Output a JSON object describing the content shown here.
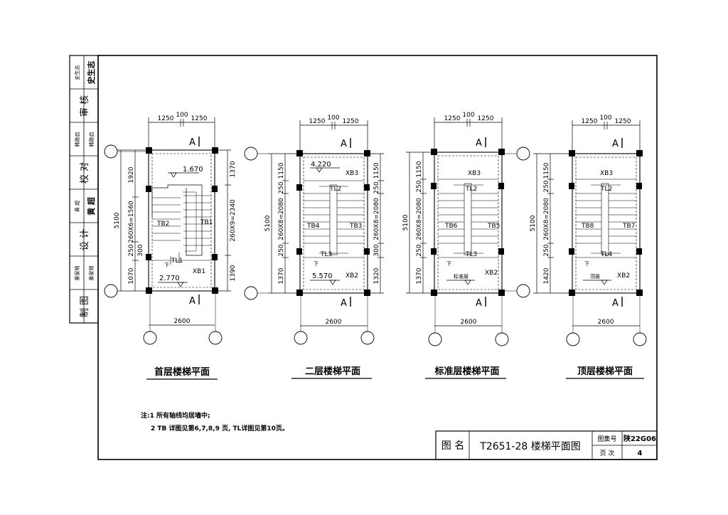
{
  "title_block": {
    "name_label": "图 名",
    "drawing_title": "T2651-28  楼梯平面图",
    "atlas_label": "图集号",
    "atlas_value": "陕22G06",
    "page_label": "页 次",
    "page_value": "4"
  },
  "signature_column": [
    {
      "role": "史生志",
      "sign": "史生志"
    },
    {
      "role": "审 核",
      "sign": ""
    },
    {
      "role": "韩刚启",
      "sign": "韩刚启"
    },
    {
      "role": "校 对",
      "sign": ""
    },
    {
      "role": "黄 超",
      "sign": "黄 超"
    },
    {
      "role": "设 计",
      "sign": ""
    },
    {
      "role": "秦家明",
      "sign": "秦家明"
    },
    {
      "role": "制 图",
      "sign": ""
    }
  ],
  "plans": [
    {
      "title": "首层楼梯平面",
      "top_dims": [
        "1250",
        "100",
        "1250"
      ],
      "bottom_dim": "2600",
      "section_mark": "A",
      "left_dims": [
        "1920",
        "260X6=1560",
        "250",
        "1070"
      ],
      "left_total": "5100",
      "right_dims": [
        "1370",
        "260X9=2340",
        "1390"
      ],
      "upper_level": "1.670",
      "lower_level": "2.770",
      "labels": [
        "TB2",
        "TB1",
        "TL1",
        "XB1",
        "下",
        "300"
      ]
    },
    {
      "title": "二层楼梯平面",
      "top_dims": [
        "1250",
        "100",
        "1250"
      ],
      "bottom_dim": "2600",
      "section_mark": "A",
      "left_dims": [
        "1150",
        "250",
        "260X8=2080",
        "250",
        "1370"
      ],
      "left_total": "5100",
      "right_dims": [
        "1150",
        "250",
        "260X8=2080",
        "300",
        "1320"
      ],
      "upper_level": "4.220",
      "lower_level": "5.570",
      "labels": [
        "XB3",
        "TL2",
        "TB4",
        "TB3",
        "TL3",
        "XB2",
        "下"
      ]
    },
    {
      "title": "标准层楼梯平面",
      "top_dims": [
        "1250",
        "100",
        "1250"
      ],
      "bottom_dim": "2600",
      "section_mark": "A",
      "left_dims": [
        "1150",
        "250",
        "260X8=2080",
        "250",
        "1370"
      ],
      "left_total": "5100",
      "right_dims": [],
      "upper_level": "",
      "lower_level": "标准层",
      "labels": [
        "XB3",
        "TL2",
        "TB6",
        "TB5",
        "TL3",
        "XB2",
        "下"
      ]
    },
    {
      "title": "顶层楼梯平面",
      "top_dims": [
        "1250",
        "100",
        "1250"
      ],
      "bottom_dim": "2600",
      "section_mark": "A",
      "left_dims": [
        "1150",
        "250",
        "260X8=2080",
        "250",
        "1420"
      ],
      "left_total": "5100",
      "right_dims": [],
      "upper_level": "",
      "lower_level": "顶层",
      "labels": [
        "XB3",
        "TL2",
        "TB8",
        "TB7",
        "TL4",
        "XB2",
        "下"
      ]
    }
  ],
  "notes": {
    "line1": "注:1  所有轴线均居墙中;",
    "line2": "2  TB 详图见第6,7,8,9 页, TL详图见第10页。"
  }
}
